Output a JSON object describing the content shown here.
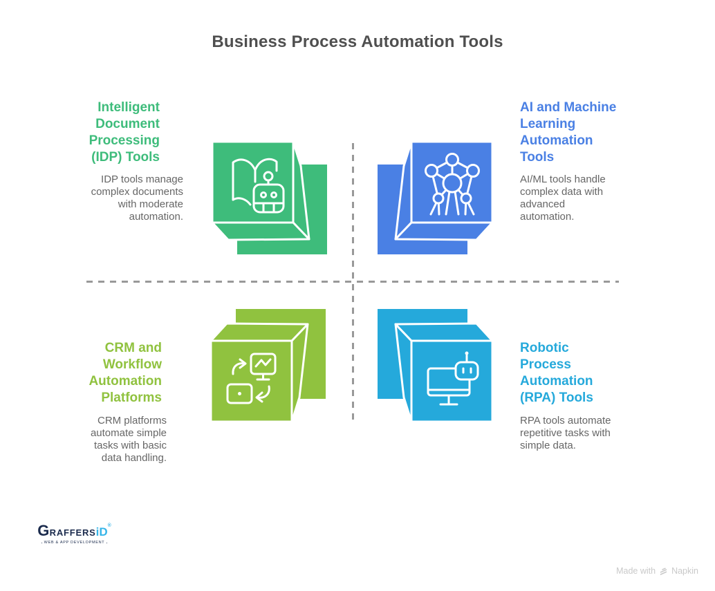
{
  "title": "Business Process Automation Tools",
  "quadrants": {
    "idp": {
      "heading": "Intelligent\nDocument\nProcessing\n(IDP) Tools",
      "description": "IDP tools manage\ncomplex documents\nwith moderate\nautomation.",
      "color": "#3EBC7B",
      "icon": "book-robot-icon"
    },
    "aiml": {
      "heading": "AI and Machine\nLearning\nAutomation\nTools",
      "description": "AI/ML tools handle\ncomplex data with\nadvanced\nautomation.",
      "color": "#4A80E4",
      "icon": "neural-network-icon"
    },
    "crm": {
      "heading": "CRM and\nWorkflow\nAutomation\nPlatforms",
      "description": "CRM platforms\nautomate simple\ntasks with basic\ndata handling.",
      "color": "#90C23F",
      "icon": "workflow-cycle-icon"
    },
    "rpa": {
      "heading": "Robotic\nProcess\nAutomation\n(RPA) Tools",
      "description": "RPA tools automate\nrepetitive tasks with\nsimple data.",
      "color": "#25A9DB",
      "icon": "monitor-robot-icon"
    }
  },
  "divider_color": "#999999",
  "text_colors": {
    "title": "#4F4F4F",
    "description": "#666666"
  },
  "footer": {
    "logo": {
      "name_initial": "G",
      "name_rest": "RAFFERS",
      "name_accent": "iD",
      "registered": "®",
      "tagline": "WEB & APP DEVELOPMENT",
      "primary_color": "#1B2B4D",
      "accent_color": "#36B5E8"
    },
    "credit": {
      "prefix": "Made with",
      "brand": "Napkin"
    }
  }
}
